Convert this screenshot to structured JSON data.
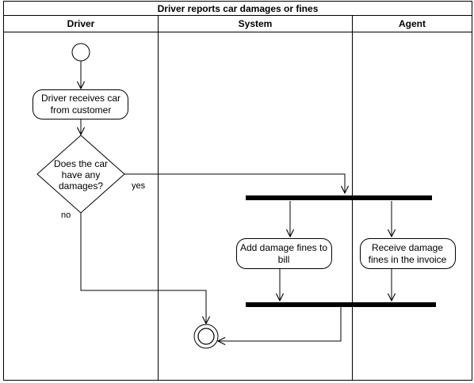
{
  "diagram": {
    "title": "Driver reports car damages or fines",
    "lanes": [
      "Driver",
      "System",
      "Agent"
    ],
    "nodes": {
      "receive_car": [
        "Driver receives car",
        "from customer"
      ],
      "decision": [
        "Does the car",
        "have any",
        "damages?"
      ],
      "add_fines": [
        "Add damage fines to",
        "bill"
      ],
      "receive_fines": [
        "Receive damage",
        "fines in the invoice"
      ]
    },
    "edge_labels": {
      "yes": "yes",
      "no": "no"
    }
  }
}
